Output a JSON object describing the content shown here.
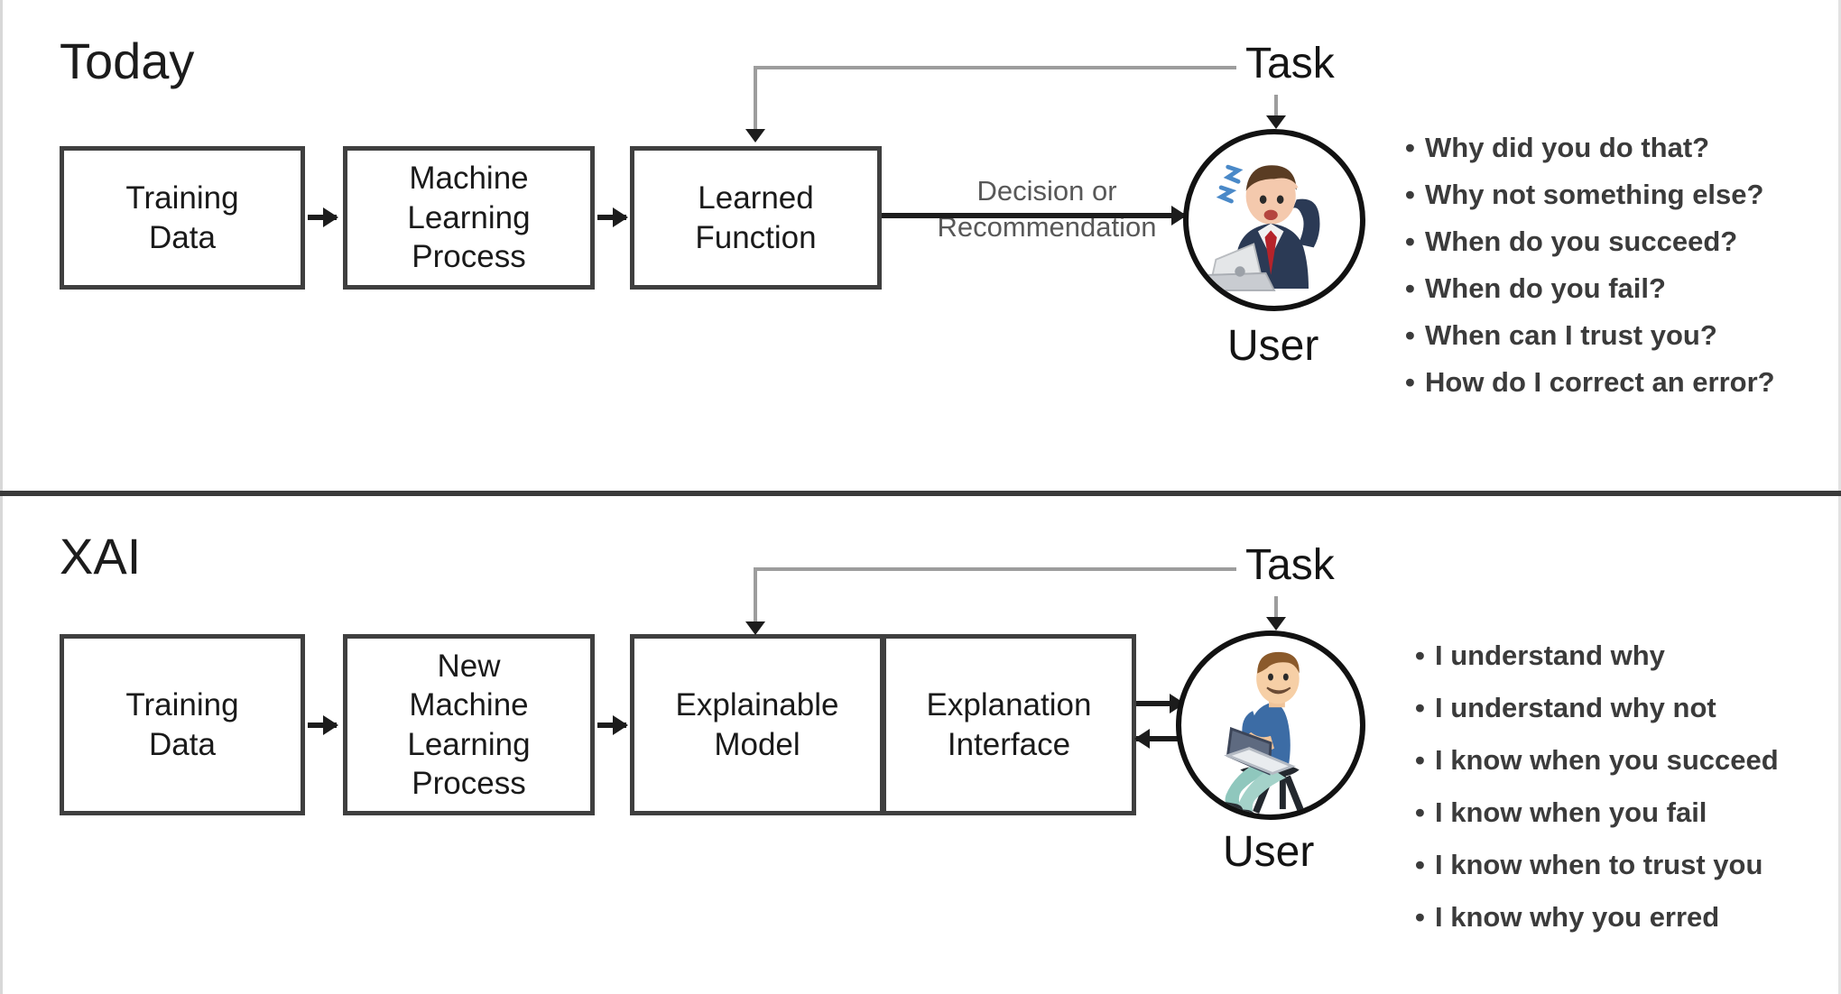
{
  "figure": {
    "panels": [
      {
        "id": "today",
        "title": "Today",
        "boxes": [
          {
            "name": "training-data",
            "label": "Training\nData"
          },
          {
            "name": "machine-learning-process",
            "label": "Machine\nLearning\nProcess"
          },
          {
            "name": "learned-function",
            "label": "Learned\nFunction"
          }
        ],
        "edge_label": "Decision or\nRecommendation",
        "task_label": "Task",
        "user_label": "User",
        "user_icon": "worried-businessman-with-laptop-icon",
        "bullets": [
          "Why did you do that?",
          "Why not something else?",
          "When do you succeed?",
          "When do you fail?",
          "When can I trust you?",
          "How do I correct an error?"
        ]
      },
      {
        "id": "xai",
        "title": "XAI",
        "boxes": [
          {
            "name": "training-data",
            "label": "Training\nData"
          },
          {
            "name": "new-machine-learning-process",
            "label": "New\nMachine\nLearning\nProcess"
          },
          {
            "name": "explainable-model",
            "label": "Explainable\nModel"
          },
          {
            "name": "explanation-interface",
            "label": "Explanation\nInterface"
          }
        ],
        "edge_label": "",
        "task_label": "Task",
        "user_label": "User",
        "user_icon": "happy-person-with-laptop-icon",
        "bullets": [
          "I understand why",
          "I understand why not",
          "I know when you succeed",
          "I know when you fail",
          "I know when to trust you",
          "I know why you erred"
        ]
      }
    ],
    "colors": {
      "box_border": "#3f3f3f",
      "arrow": "#1c1c1c",
      "task_line": "#9d9d9d",
      "divider": "#3a3a3a",
      "text": "#1a1a1a",
      "bullet_text": "#3b3b3b",
      "edge_label_text": "#585858",
      "background": "#ffffff"
    }
  }
}
